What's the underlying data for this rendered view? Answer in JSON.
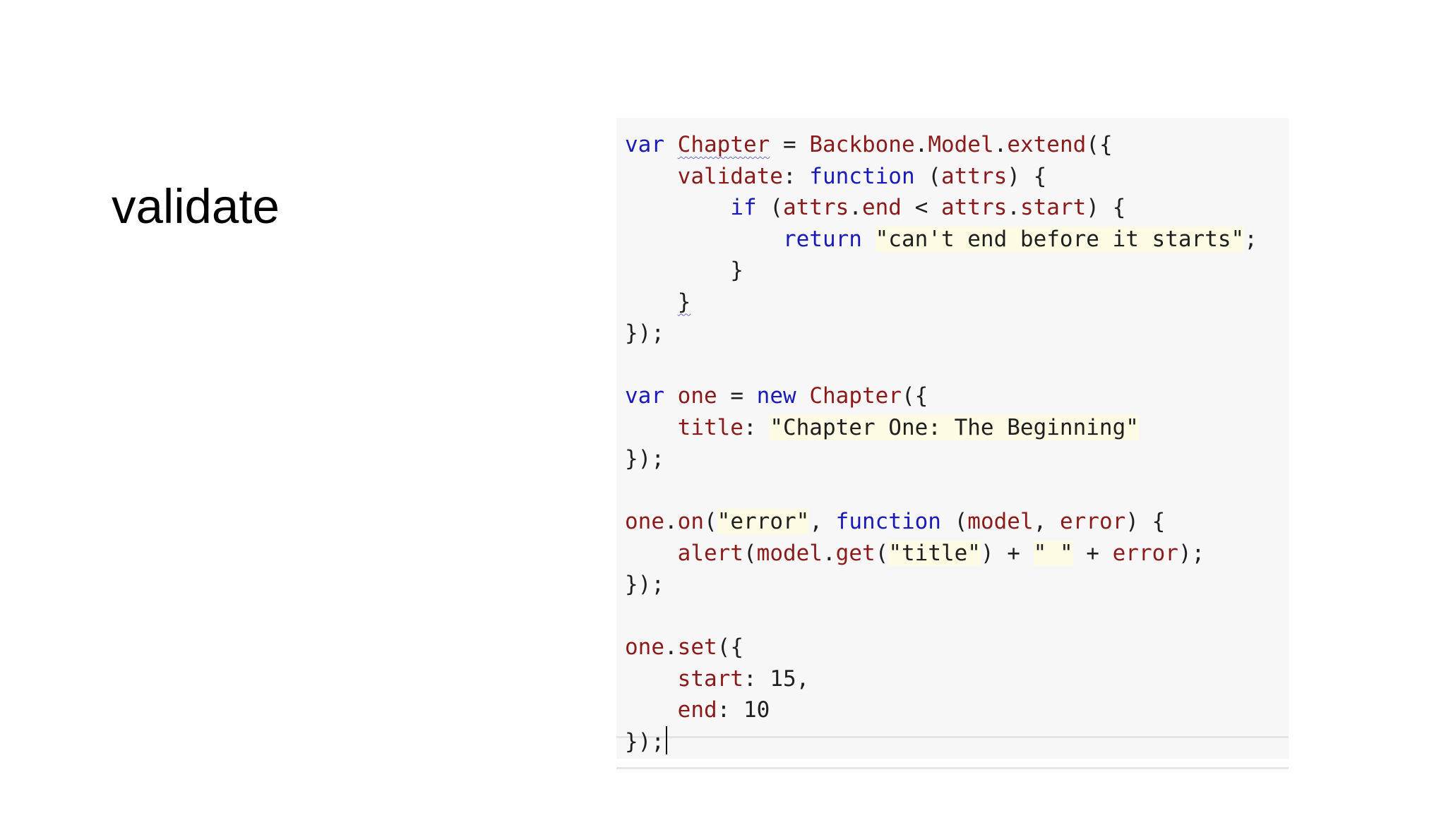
{
  "slide": {
    "title": "validate"
  },
  "code": {
    "lines": [
      [
        [
          "kw",
          "var"
        ],
        [
          "pl",
          " "
        ],
        [
          "id-squig",
          "Chapter"
        ],
        [
          "pl",
          " = "
        ],
        [
          "id",
          "Backbone"
        ],
        [
          "pl",
          "."
        ],
        [
          "id",
          "Model"
        ],
        [
          "pl",
          "."
        ],
        [
          "id",
          "extend"
        ],
        [
          "pl",
          "({"
        ]
      ],
      [
        [
          "pl",
          "    "
        ],
        [
          "id",
          "validate"
        ],
        [
          "pl",
          ": "
        ],
        [
          "kw",
          "function"
        ],
        [
          "pl",
          " ("
        ],
        [
          "id",
          "attrs"
        ],
        [
          "pl",
          ") {"
        ]
      ],
      [
        [
          "pl",
          "        "
        ],
        [
          "kw",
          "if"
        ],
        [
          "pl",
          " ("
        ],
        [
          "id",
          "attrs"
        ],
        [
          "pl",
          "."
        ],
        [
          "id",
          "end"
        ],
        [
          "pl",
          " < "
        ],
        [
          "id",
          "attrs"
        ],
        [
          "pl",
          "."
        ],
        [
          "id",
          "start"
        ],
        [
          "pl",
          ") {"
        ]
      ],
      [
        [
          "pl",
          "            "
        ],
        [
          "kw",
          "return"
        ],
        [
          "pl",
          " "
        ],
        [
          "str",
          "\"can't end before it starts\""
        ],
        [
          "pl",
          ";"
        ]
      ],
      [
        [
          "pl",
          "        }"
        ]
      ],
      [
        [
          "pl",
          "    "
        ],
        [
          "pl-squig",
          "}"
        ]
      ],
      [
        [
          "pl",
          "});"
        ]
      ],
      [],
      [
        [
          "kw",
          "var"
        ],
        [
          "pl",
          " "
        ],
        [
          "id",
          "one"
        ],
        [
          "pl",
          " = "
        ],
        [
          "kw",
          "new"
        ],
        [
          "pl",
          " "
        ],
        [
          "id",
          "Chapter"
        ],
        [
          "pl",
          "({"
        ]
      ],
      [
        [
          "pl",
          "    "
        ],
        [
          "id",
          "title"
        ],
        [
          "pl",
          ": "
        ],
        [
          "str",
          "\"Chapter One: The Beginning\""
        ]
      ],
      [
        [
          "pl",
          "});"
        ]
      ],
      [],
      [
        [
          "id",
          "one"
        ],
        [
          "pl",
          "."
        ],
        [
          "id",
          "on"
        ],
        [
          "pl",
          "("
        ],
        [
          "str",
          "\"error\""
        ],
        [
          "pl",
          ", "
        ],
        [
          "kw",
          "function"
        ],
        [
          "pl",
          " ("
        ],
        [
          "id",
          "model"
        ],
        [
          "pl",
          ", "
        ],
        [
          "id",
          "error"
        ],
        [
          "pl",
          ") {"
        ]
      ],
      [
        [
          "pl",
          "    "
        ],
        [
          "id",
          "alert"
        ],
        [
          "pl",
          "("
        ],
        [
          "id",
          "model"
        ],
        [
          "pl",
          "."
        ],
        [
          "id",
          "get"
        ],
        [
          "pl",
          "("
        ],
        [
          "str",
          "\"title\""
        ],
        [
          "pl",
          ") + "
        ],
        [
          "str",
          "\" \""
        ],
        [
          "pl",
          " + "
        ],
        [
          "id",
          "error"
        ],
        [
          "pl",
          ");"
        ]
      ],
      [
        [
          "pl",
          "});"
        ]
      ],
      [],
      [
        [
          "id",
          "one"
        ],
        [
          "pl",
          "."
        ],
        [
          "id",
          "set"
        ],
        [
          "pl",
          "({"
        ]
      ],
      [
        [
          "pl",
          "    "
        ],
        [
          "id",
          "start"
        ],
        [
          "pl",
          ": "
        ],
        [
          "num",
          "15"
        ],
        [
          "pl",
          ","
        ]
      ],
      [
        [
          "pl",
          "    "
        ],
        [
          "id",
          "end"
        ],
        [
          "pl",
          ": "
        ],
        [
          "num",
          "10"
        ]
      ],
      [
        [
          "pl",
          "});"
        ],
        [
          "caret",
          ""
        ]
      ]
    ]
  }
}
